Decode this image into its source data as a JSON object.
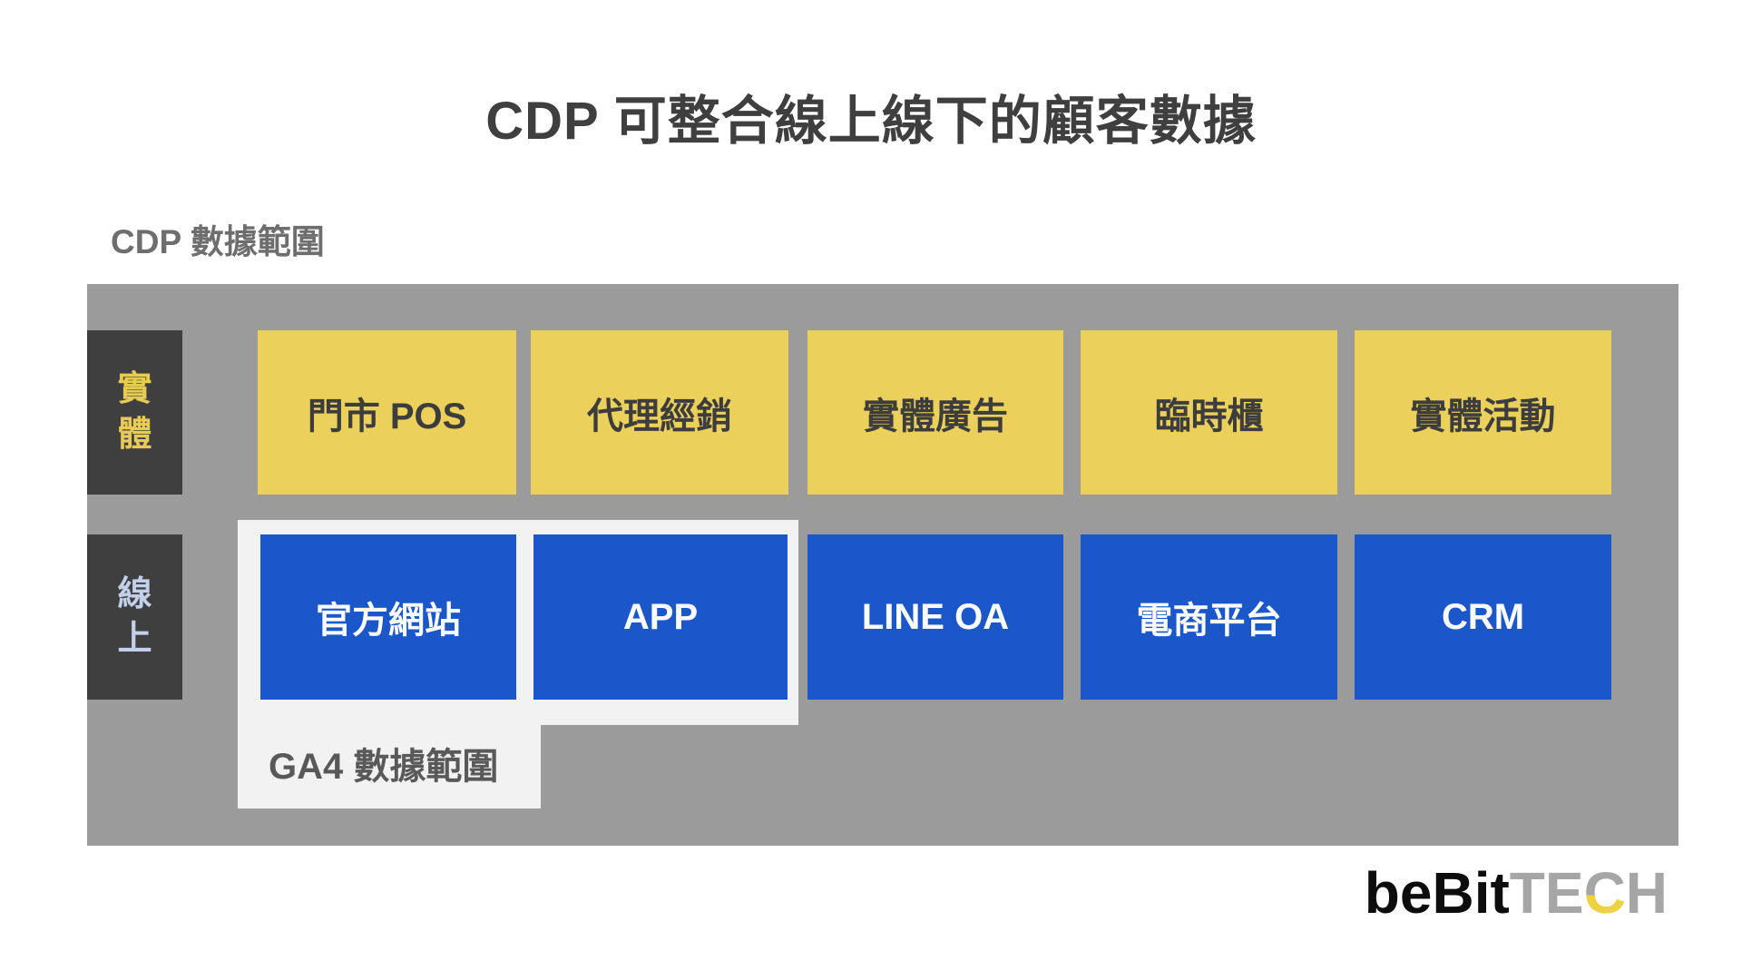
{
  "title": "CDP 可整合線上線下的顧客數據",
  "cdp_scope": {
    "label": "CDP 數據範圍"
  },
  "ga4_scope": {
    "label": "GA4 數據範圍"
  },
  "rows": {
    "offline": {
      "label": "實體",
      "items": [
        "門市 POS",
        "代理經銷",
        "實體廣告",
        "臨時櫃",
        "實體活動"
      ]
    },
    "online": {
      "label": "線上",
      "items": [
        "官方網站",
        "APP",
        "LINE OA",
        "電商平台",
        "CRM"
      ]
    }
  },
  "logo": {
    "prefix": "beBit",
    "tech_left": "TE",
    "tech_c": "C",
    "tech_right": "H"
  },
  "colors": {
    "canvas_bg": "#9b9b9b",
    "offline_box": "#ecd05c",
    "online_box": "#1b57c8",
    "row_label_box": "#3f3f3f",
    "offline_label_text": "#e8cb52",
    "online_label_text": "#c3d0ea",
    "ga4_box": "#f2f2f2",
    "title_text": "#3f3f3f",
    "scope_label_text": "#6e6e6e",
    "logo_black": "#0d0d0d",
    "logo_gray": "#a6a6a6",
    "logo_yellow": "#eed23f"
  }
}
